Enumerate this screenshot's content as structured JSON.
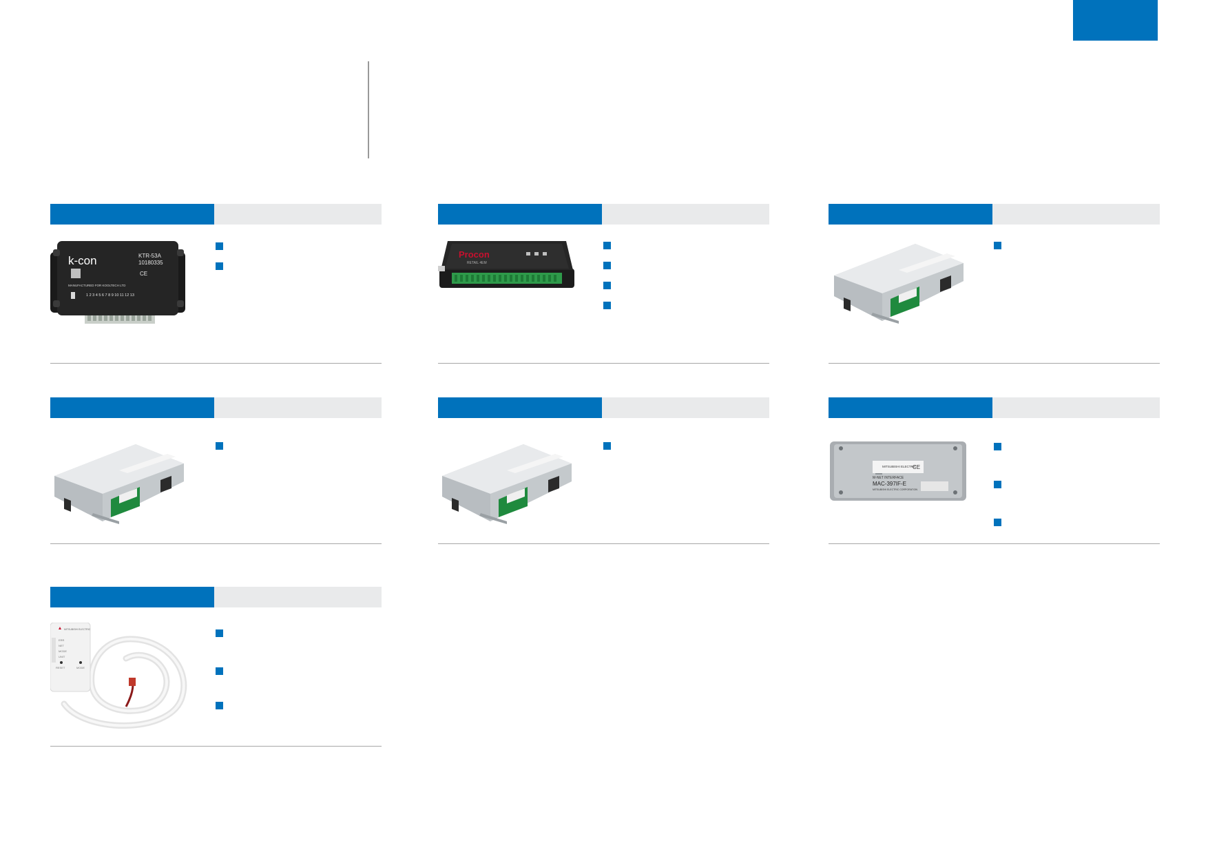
{
  "page": {
    "accent_color": "#0072bc",
    "header_bg_color": "#e9eaeb"
  },
  "cards": [
    {
      "id": "kcon",
      "image": {
        "brand_text": "k-con",
        "model": "KTR-53A",
        "serial": "10180335",
        "manufacturer_text": "MANUFACTURED FOR KOOLTECH LTD",
        "terminal_numbers": "1 2 3 4 5 6 7 8 9 10 11 12 13",
        "cert_mark": "CE"
      },
      "bullet_count": 2
    },
    {
      "id": "procon",
      "image": {
        "brand_text": "Procon",
        "sub_text": "RETAIL 4EM"
      },
      "bullet_count": 4
    },
    {
      "id": "mitsubishi-interface-1",
      "image": {
        "device": "mitsubishi-interface-box"
      },
      "bullet_count": 1
    },
    {
      "id": "mitsubishi-interface-2",
      "image": {
        "device": "mitsubishi-interface-box"
      },
      "bullet_count": 1
    },
    {
      "id": "mitsubishi-interface-3",
      "image": {
        "device": "mitsubishi-interface-box"
      },
      "bullet_count": 1
    },
    {
      "id": "mnet-interface",
      "image": {
        "brand_text": "MITSUBISHI ELECTRIC",
        "title": "M-NET INTERFACE",
        "model": "MAC-397IF-E",
        "maker": "MITSUBISHI ELECTRIC CORPORATION",
        "cert_mark": "CE"
      },
      "bullet_count": 3
    },
    {
      "id": "wifi-adapter",
      "image": {
        "brand_text": "MITSUBISHI ELECTRIC",
        "leds": [
          "ERR",
          "NET",
          "MODE",
          "UNIT"
        ],
        "buttons": [
          "RESET",
          "MODE"
        ]
      },
      "bullet_count": 3
    }
  ]
}
